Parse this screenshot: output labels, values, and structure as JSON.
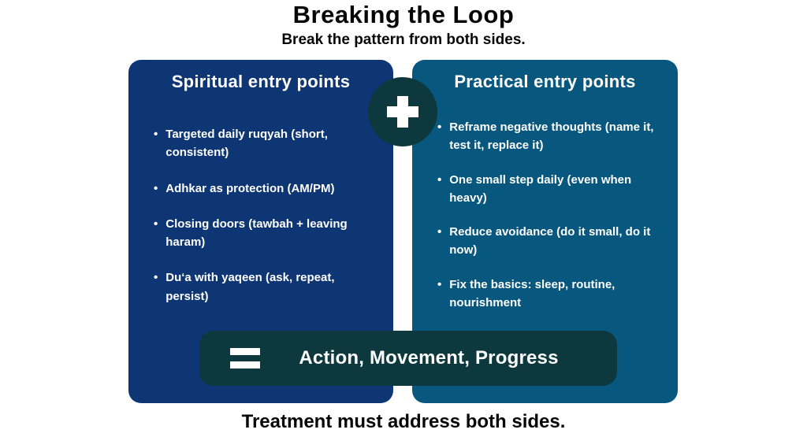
{
  "header": {
    "title": "Breaking the Loop",
    "subtitle": "Break the pattern from both sides."
  },
  "left_card": {
    "title": "Spiritual entry points",
    "bullets": [
      "Targeted daily ruqyah (short, consistent)",
      "Adhkar as protection (AM/PM)",
      "Closing doors (tawbah + leaving haram)",
      "Du‘a with yaqeen (ask, repeat, persist)"
    ]
  },
  "right_card": {
    "title": "Practical entry points",
    "bullets": [
      "Reframe negative thoughts (name it, test it, replace it)",
      "One small step daily (even when heavy)",
      "Reduce avoidance (do it small, do it now)",
      "Fix the basics: sleep, routine, nourishment"
    ]
  },
  "operators": {
    "plus": "plus-icon",
    "equals": "equals-icon",
    "bullet_char": "•"
  },
  "result_bar": {
    "label": "Action, Movement, Progress"
  },
  "footer": {
    "caption": "Treatment must address both sides."
  },
  "colors": {
    "left_card_bg": "#0f3674",
    "right_card_bg": "#08577e",
    "operator_bg": "#0d383e",
    "card_text": "#ffffff",
    "page_text": "#060606",
    "page_bg": "#ffffff"
  }
}
